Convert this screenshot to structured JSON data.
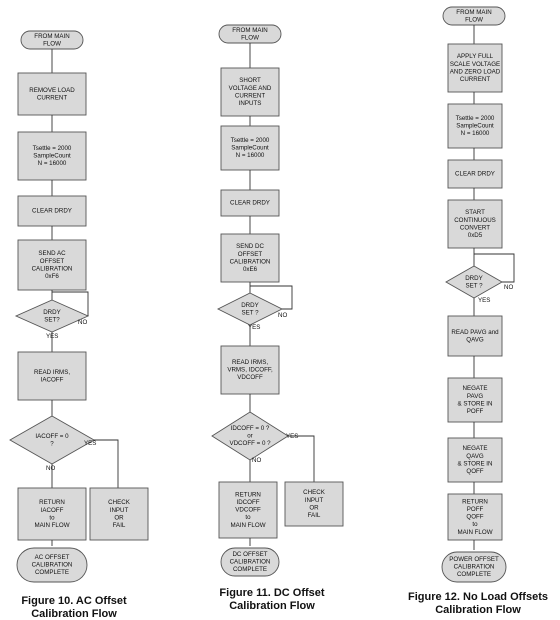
{
  "flows": [
    {
      "id": "ac",
      "caption": [
        "Figure 10.  AC Offset",
        "Calibration Flow"
      ],
      "nodes": {
        "start": [
          "FROM MAIN",
          "FLOW"
        ],
        "remove": [
          "REMOVE LOAD",
          "CURRENT"
        ],
        "tsettle": [
          "Tsettle = 2000",
          "SampleCount",
          "N = 16000"
        ],
        "clear": [
          "CLEAR DRDY"
        ],
        "send": [
          "SEND AC",
          "OFFSET",
          "CALIBRATION",
          "0xF6"
        ],
        "drdy": [
          "DRDY",
          "SET?"
        ],
        "read": [
          "READ IRMS,",
          "IACOFF"
        ],
        "check_zero": [
          "IACOFF = 0",
          "?"
        ],
        "ret": [
          "RETURN",
          "IACOFF",
          "to",
          "MAIN FLOW"
        ],
        "check_input": [
          "CHECK",
          "INPUT",
          "OR",
          "FAIL"
        ],
        "end": [
          "AC OFFSET",
          "CALIBRATION",
          "COMPLETE"
        ]
      },
      "labels": {
        "no1": "NO",
        "yes1": "YES",
        "yes2": "YES",
        "no2": "NO"
      }
    },
    {
      "id": "dc",
      "caption": [
        "Figure 11.  DC Offset",
        "Calibration Flow"
      ],
      "nodes": {
        "start": [
          "FROM MAIN",
          "FLOW"
        ],
        "short": [
          "SHORT",
          "VOLTAGE AND",
          "CURRENT",
          "INPUTS"
        ],
        "tsettle": [
          "Tsettle = 2000",
          "SampleCount",
          "N = 16000"
        ],
        "clear": [
          "CLEAR DRDY"
        ],
        "send": [
          "SEND DC",
          "OFFSET",
          "CALIBRATION",
          "0xE6"
        ],
        "drdy": [
          "DRDY",
          "SET ?"
        ],
        "read": [
          "READ IRMS,",
          "VRMS, IDCOFF,",
          "VDCOFF"
        ],
        "check_zero": [
          "IDCOFF = 0 ?",
          "or",
          "VDCOFF = 0 ?"
        ],
        "ret": [
          "RETURN",
          "IDCOFF",
          "VDCOFF",
          "to",
          "MAIN FLOW"
        ],
        "check_input": [
          "CHECK",
          "INPUT",
          "OR",
          "FAIL"
        ],
        "end": [
          "DC OFFSET",
          "CALIBRATION",
          "COMPLETE"
        ]
      },
      "labels": {
        "no1": "NO",
        "yes1": "YES",
        "yes2": "YES",
        "no2": "NO"
      }
    },
    {
      "id": "noload",
      "caption": [
        "Figure 12.  No Load Offsets",
        "Calibration Flow"
      ],
      "nodes": {
        "start": [
          "FROM MAIN",
          "FLOW"
        ],
        "apply": [
          "APPLY FULL",
          "SCALE VOLTAGE",
          "AND ZERO LOAD",
          "CURRENT"
        ],
        "tsettle": [
          "Tsettle = 2000",
          "SampleCount",
          "N = 16000"
        ],
        "clear": [
          "CLEAR DRDY"
        ],
        "start_conv": [
          "START",
          "CONTINUOUS",
          "CONVERT",
          "0xD5"
        ],
        "drdy": [
          "DRDY",
          "SET ?"
        ],
        "read": [
          "READ PAVG and",
          "QAVG"
        ],
        "neg_p": [
          "NEGATE",
          "PAVG",
          "& STORE IN",
          "POFF"
        ],
        "neg_q": [
          "NEGATE",
          "QAVG",
          "& STORE IN",
          "QOFF"
        ],
        "ret": [
          "RETURN",
          "POFF",
          "QOFF",
          "to",
          "MAIN FLOW"
        ],
        "end": [
          "POWER OFFSET",
          "CALIBRATION",
          "COMPLETE"
        ]
      },
      "labels": {
        "no1": "NO",
        "yes1": "YES"
      }
    }
  ]
}
